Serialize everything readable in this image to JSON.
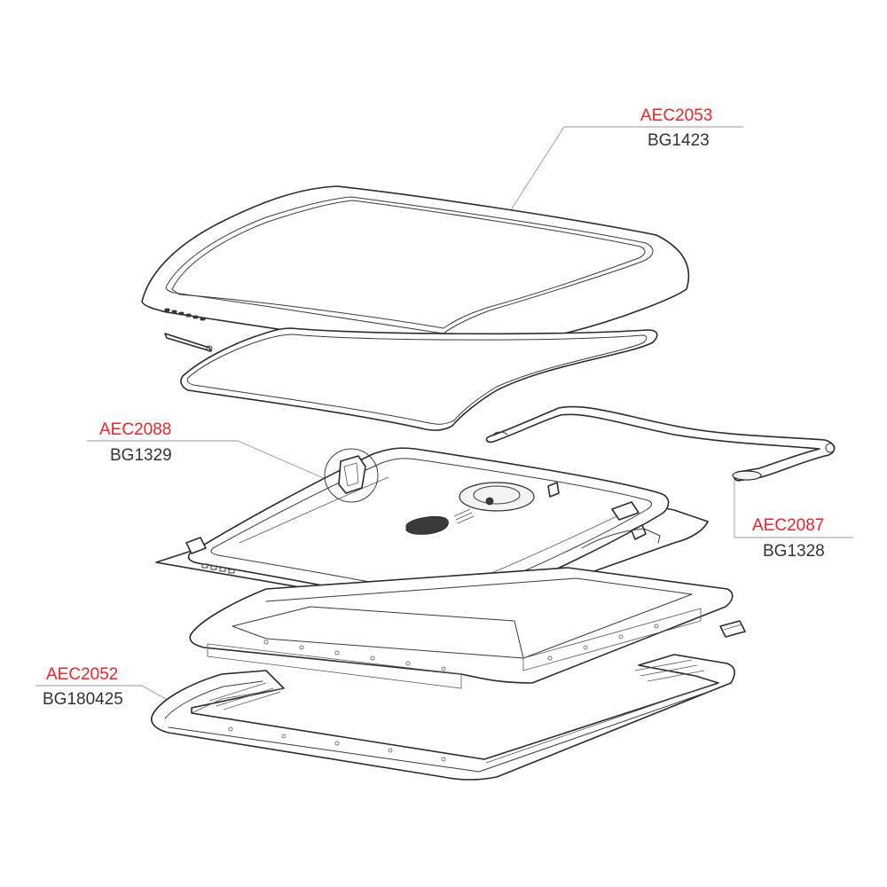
{
  "parts": [
    {
      "id": "dome",
      "code": "AEC2053",
      "ref": "BG1423"
    },
    {
      "id": "frame",
      "code": "AEC2088",
      "ref": "BG1329"
    },
    {
      "id": "arm",
      "code": "AEC2087",
      "ref": "BG1328"
    },
    {
      "id": "trim",
      "code": "AEC2052",
      "ref": "BG180425"
    }
  ],
  "colors": {
    "code": "#e8262a",
    "ref": "#333333",
    "line": "#2b2b2b",
    "leader": "#9a9a9a"
  }
}
